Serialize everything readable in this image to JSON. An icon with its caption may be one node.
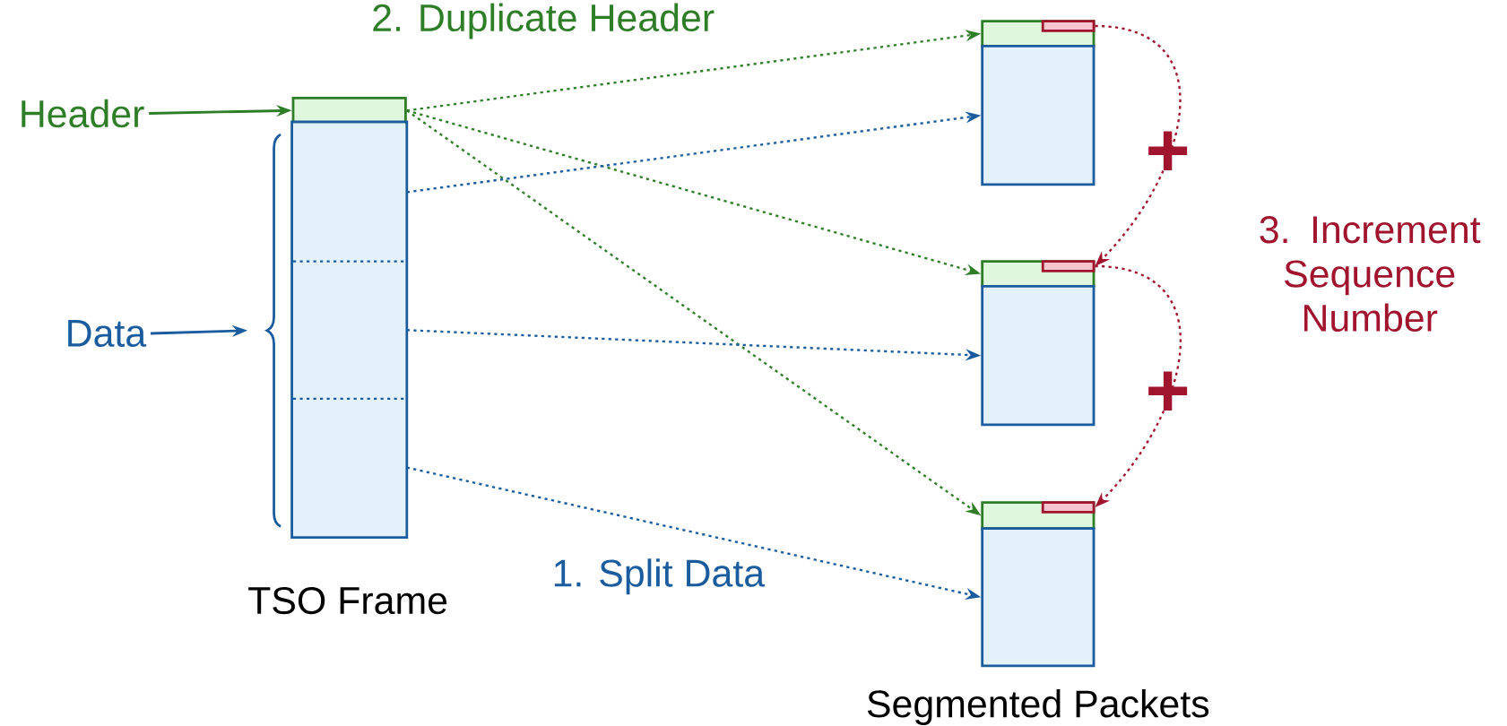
{
  "diagram": {
    "nodes": [
      {
        "text": [
          "Header"
        ]
      },
      {
        "text": [
          "Data"
        ]
      },
      {
        "text": [],
        "shape": "box"
      },
      {
        "text": [],
        "shape": "bracket"
      },
      {
        "text": [],
        "shape": "box"
      },
      {
        "text": [],
        "shape": "box"
      },
      {
        "text": [],
        "shape": "box"
      },
      {
        "text": [],
        "shape": "box"
      },
      {
        "text": [],
        "shape": "box",
        "in": 7
      },
      {
        "text": [],
        "shape": "box"
      },
      {
        "text": [],
        "shape": "box"
      },
      {
        "text": [],
        "shape": "box",
        "in": 10
      },
      {
        "text": [],
        "shape": "box"
      },
      {
        "text": [],
        "shape": "box"
      },
      {
        "text": [],
        "shape": "box",
        "in": 13
      },
      {
        "text": [],
        "shape": "box"
      }
    ],
    "edges": [
      {
        "from": 0,
        "to": 2,
        "arrow": "to",
        "color": "#2e7d27"
      },
      {
        "from": 1,
        "to": 3,
        "arrow": "to",
        "color": "#1a5c9e"
      },
      {
        "from": 2,
        "to": 7,
        "arrow": "to",
        "style": "dashed",
        "color": "#2e7d27"
      },
      {
        "from": 2,
        "to": 10,
        "arrow": "to",
        "style": "dashed",
        "color": "#2e7d27"
      },
      {
        "from": 2,
        "to": 13,
        "arrow": "to",
        "style": "dashed",
        "color": "#2e7d27"
      },
      {
        "from": 4,
        "to": 9,
        "arrow": "to",
        "style": "dashed",
        "color": "#1a5c9e"
      },
      {
        "from": 5,
        "to": 12,
        "arrow": "to",
        "style": "dashed",
        "color": "#1a5c9e"
      },
      {
        "from": 6,
        "to": 15,
        "arrow": "to",
        "style": "dashed",
        "color": "#1a5c9e"
      },
      {
        "from": 8,
        "to": 11,
        "arrow": "to",
        "style": "dashed",
        "color": "#a0142e"
      },
      {
        "from": 11,
        "to": 14,
        "arrow": "to",
        "style": "dashed",
        "color": "#a0142e"
      }
    ],
    "labels": [
      "2. Duplicate Header",
      "+",
      "3. Increment Sequence Number",
      "+",
      "TSO Frame",
      "1. Split Data",
      "Segmented Packets"
    ]
  }
}
